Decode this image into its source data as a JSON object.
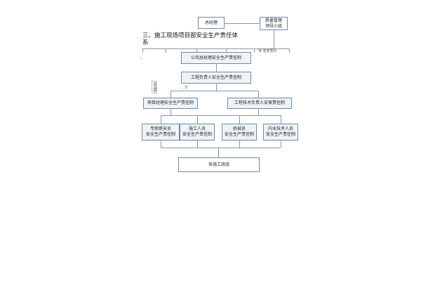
{
  "top": {
    "general_manager": "总经理",
    "quality_group": "质量管理\n领导小组",
    "clipped_label": "体 安安质办"
  },
  "heading": "三、施工现场项目部安全生产责任体系",
  "nodes": {
    "company": "公司总经理安全生产责任制",
    "engineering": "工程负责人安全生产责任制",
    "project_manager": "项目经理安全生产责任制",
    "tech_lead": "工程技术负责人安保责任制",
    "safety_officer": "专职质安员\n安全生产责任制",
    "construction_staff": "施工人员\n安全生产责任制",
    "machinist": "机械员\n安全生产责任制",
    "internal_tech": "内业技术人员\n安全生产责任制",
    "teams": "各施工班组"
  },
  "side_note": "安全部",
  "side_small": "、分"
}
